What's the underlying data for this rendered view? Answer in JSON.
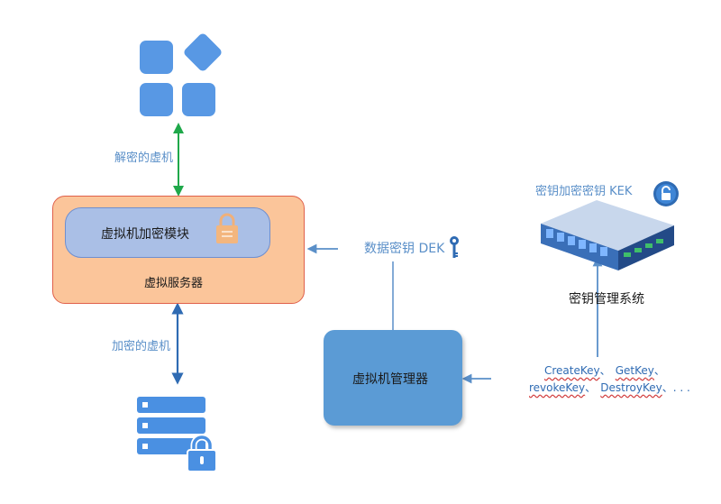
{
  "labels": {
    "decrypted_vm": "解密的虚机",
    "encrypted_vm": "加密的虚机",
    "encryption_module": "虚拟机加密模块",
    "vm_server": "虚拟服务器",
    "data_key": "数据密钥 DEK",
    "vm_manager": "虚拟机管理器",
    "kek": "密钥加密密钥 KEK",
    "kms": "密钥管理系统"
  },
  "api_calls": {
    "line1_a": "CreateKey",
    "line1_sep": "、",
    "line1_b": "GetKey",
    "line1_end": "、",
    "line2_a": "revokeKey",
    "line2_sep": "、",
    "line2_b": "DestroyKey",
    "line2_end": "、. . ."
  },
  "colors": {
    "app_icon": "#4a90e2",
    "green_arrow": "#1fa84a",
    "blue_arrow": "#2f6bb3",
    "connector": "#5a8fc8",
    "server_fill": "#fbc59a",
    "module_fill": "#aabfe6",
    "vmm_fill": "#5b9bd5"
  },
  "icons": {
    "apps": "apps-grid-icon",
    "lock": "padlock-icon",
    "key": "key-icon",
    "storage": "encrypted-storage-icon",
    "kek_badge": "lock-badge-icon",
    "kms_server": "rack-server-icon"
  }
}
